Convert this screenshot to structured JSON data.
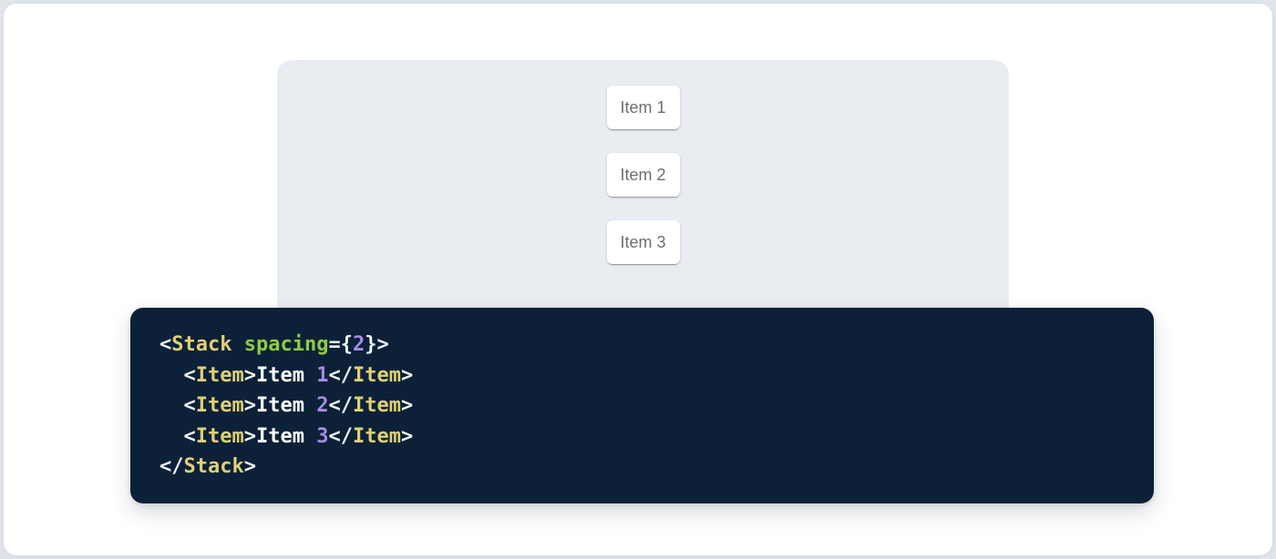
{
  "colors": {
    "page_bg": "#dee4ea",
    "card_bg": "#ffffff",
    "panel_bg": "#e9edf2",
    "item_text": "#6e6e6e",
    "code_bg": "#0c2138",
    "tok_punct": "#f2f4f6",
    "tok_tag": "#dfd076",
    "tok_attr": "#8ecb46",
    "tok_number": "#a88be4",
    "tok_plain": "#ffffff"
  },
  "demo": {
    "items": [
      "Item 1",
      "Item 2",
      "Item 3"
    ]
  },
  "code": {
    "lines": [
      [
        {
          "type": "punct",
          "text": "<"
        },
        {
          "type": "tag",
          "text": "Stack"
        },
        {
          "type": "plain",
          "text": " "
        },
        {
          "type": "attr",
          "text": "spacing"
        },
        {
          "type": "punct",
          "text": "={"
        },
        {
          "type": "number",
          "text": "2"
        },
        {
          "type": "punct",
          "text": "}>"
        }
      ],
      [
        {
          "type": "plain",
          "text": "  "
        },
        {
          "type": "punct",
          "text": "<"
        },
        {
          "type": "tag",
          "text": "Item"
        },
        {
          "type": "punct",
          "text": ">"
        },
        {
          "type": "plain",
          "text": "Item "
        },
        {
          "type": "number",
          "text": "1"
        },
        {
          "type": "punct",
          "text": "</"
        },
        {
          "type": "tag",
          "text": "Item"
        },
        {
          "type": "punct",
          "text": ">"
        }
      ],
      [
        {
          "type": "plain",
          "text": "  "
        },
        {
          "type": "punct",
          "text": "<"
        },
        {
          "type": "tag",
          "text": "Item"
        },
        {
          "type": "punct",
          "text": ">"
        },
        {
          "type": "plain",
          "text": "Item "
        },
        {
          "type": "number",
          "text": "2"
        },
        {
          "type": "punct",
          "text": "</"
        },
        {
          "type": "tag",
          "text": "Item"
        },
        {
          "type": "punct",
          "text": ">"
        }
      ],
      [
        {
          "type": "plain",
          "text": "  "
        },
        {
          "type": "punct",
          "text": "<"
        },
        {
          "type": "tag",
          "text": "Item"
        },
        {
          "type": "punct",
          "text": ">"
        },
        {
          "type": "plain",
          "text": "Item "
        },
        {
          "type": "number",
          "text": "3"
        },
        {
          "type": "punct",
          "text": "</"
        },
        {
          "type": "tag",
          "text": "Item"
        },
        {
          "type": "punct",
          "text": ">"
        }
      ],
      [
        {
          "type": "punct",
          "text": "</"
        },
        {
          "type": "tag",
          "text": "Stack"
        },
        {
          "type": "punct",
          "text": ">"
        }
      ]
    ]
  }
}
